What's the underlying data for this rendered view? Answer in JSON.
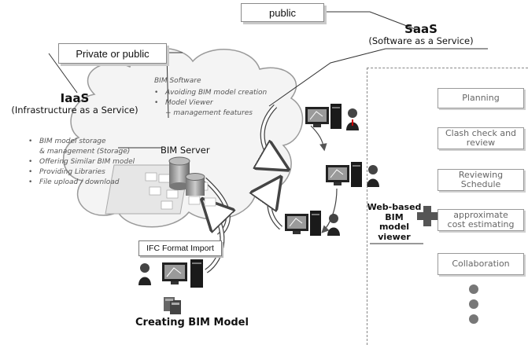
{
  "labels": {
    "public_box": "public",
    "private_box": "Private or public",
    "saas_title": "SaaS",
    "saas_sub": "(Software as a Service)",
    "iaas_title": "IaaS",
    "iaas_sub": "(Infrastructure as a Service)",
    "bim_server": "BIM Server",
    "ifc_import": "IFC Format Import",
    "creating_model": "Creating BIM Model",
    "viewer_line1": "Web-based",
    "viewer_line2": "BIM",
    "viewer_line3": "model viewer"
  },
  "saas_list": {
    "heading": "BIM Software",
    "items": [
      "Avoiding BIM model creation",
      "Model Viewer",
      "+ management features"
    ]
  },
  "iaas_list": {
    "items": [
      "BIM model storage",
      "& management (Storage)",
      "Offering Similar BIM model",
      "Providing Libraries",
      "File upload / download"
    ]
  },
  "services": [
    {
      "line1": "Planning",
      "line2": ""
    },
    {
      "line1": "Clash check and",
      "line2": "review"
    },
    {
      "line1": "Reviewing",
      "line2": "Schedule"
    },
    {
      "line1": "approximate",
      "line2": "cost estimating"
    },
    {
      "line1": "Collaboration",
      "line2": ""
    }
  ],
  "colors": {
    "cloud_fill": "#f4f4f4",
    "cloud_stroke": "#9a9a9a",
    "service_text": "#666666",
    "dots": "#777777"
  },
  "icons": [
    "workstation-icon",
    "user-icon",
    "server-stack-icon",
    "cross-plus-icon",
    "cycle-arrow-icon"
  ]
}
